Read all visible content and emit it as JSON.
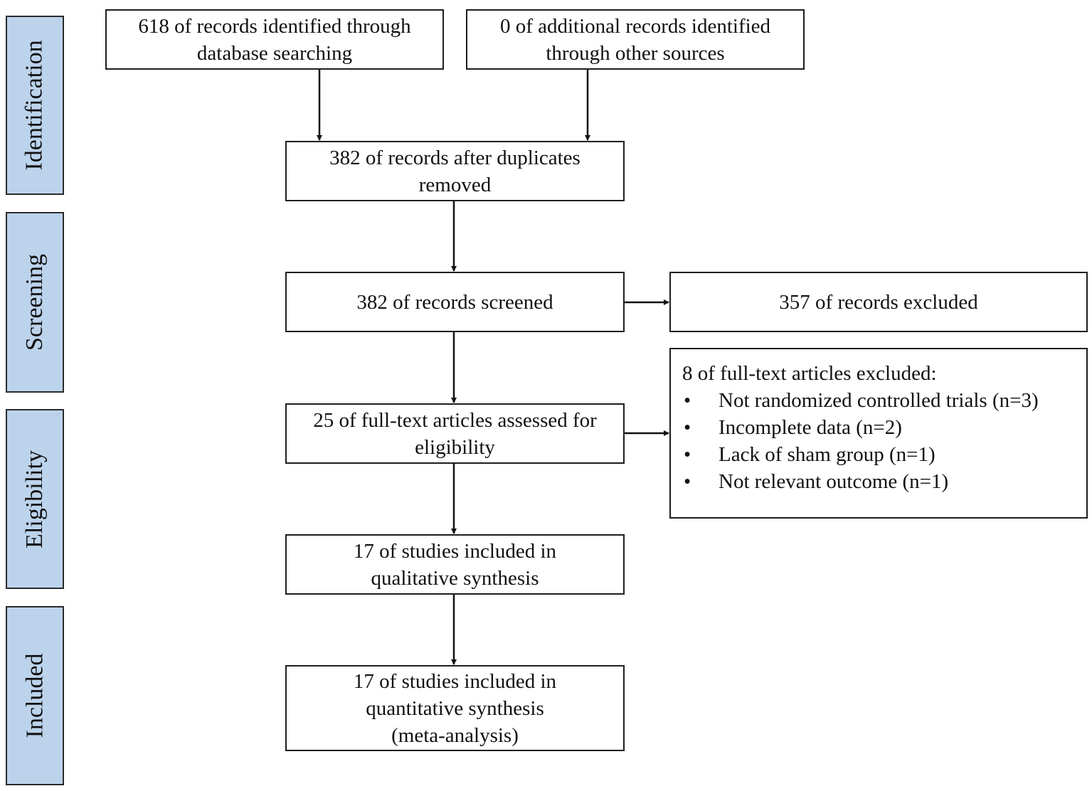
{
  "phases": [
    {
      "id": "identification",
      "label": "Identification"
    },
    {
      "id": "screening",
      "label": "Screening"
    },
    {
      "id": "eligibility",
      "label": "Eligibility"
    },
    {
      "id": "included",
      "label": "Included"
    }
  ],
  "boxes": {
    "database_search": {
      "lines": [
        "618 of records identified through",
        "database searching"
      ]
    },
    "other_sources": {
      "lines": [
        "0 of additional records identified",
        "through other sources"
      ]
    },
    "after_duplicates": {
      "lines": [
        "382 of records after duplicates",
        "removed"
      ]
    },
    "screened": {
      "lines": [
        "382 of records screened"
      ]
    },
    "records_excluded": {
      "lines": [
        "357 of records excluded"
      ]
    },
    "fulltext_assessed": {
      "lines": [
        "25 of full-text articles assessed for",
        "eligibility"
      ]
    },
    "fulltext_excluded": {
      "heading": "8 of full-text articles excluded:",
      "bullet_symbol": "•",
      "items": [
        "Not randomized controlled trials (n=3)",
        "Incomplete data (n=2)",
        "Lack of sham group (n=1)",
        "Not relevant outcome (n=1)"
      ]
    },
    "qualitative": {
      "lines": [
        "17 of studies included in",
        "qualitative synthesis"
      ]
    },
    "quantitative": {
      "lines": [
        "17 of studies included in",
        "quantitative synthesis",
        "(meta-analysis)"
      ]
    }
  },
  "colors": {
    "phase_fill": "#bcd3ec",
    "border": "#1e1e1e",
    "arrow": "#111111"
  }
}
